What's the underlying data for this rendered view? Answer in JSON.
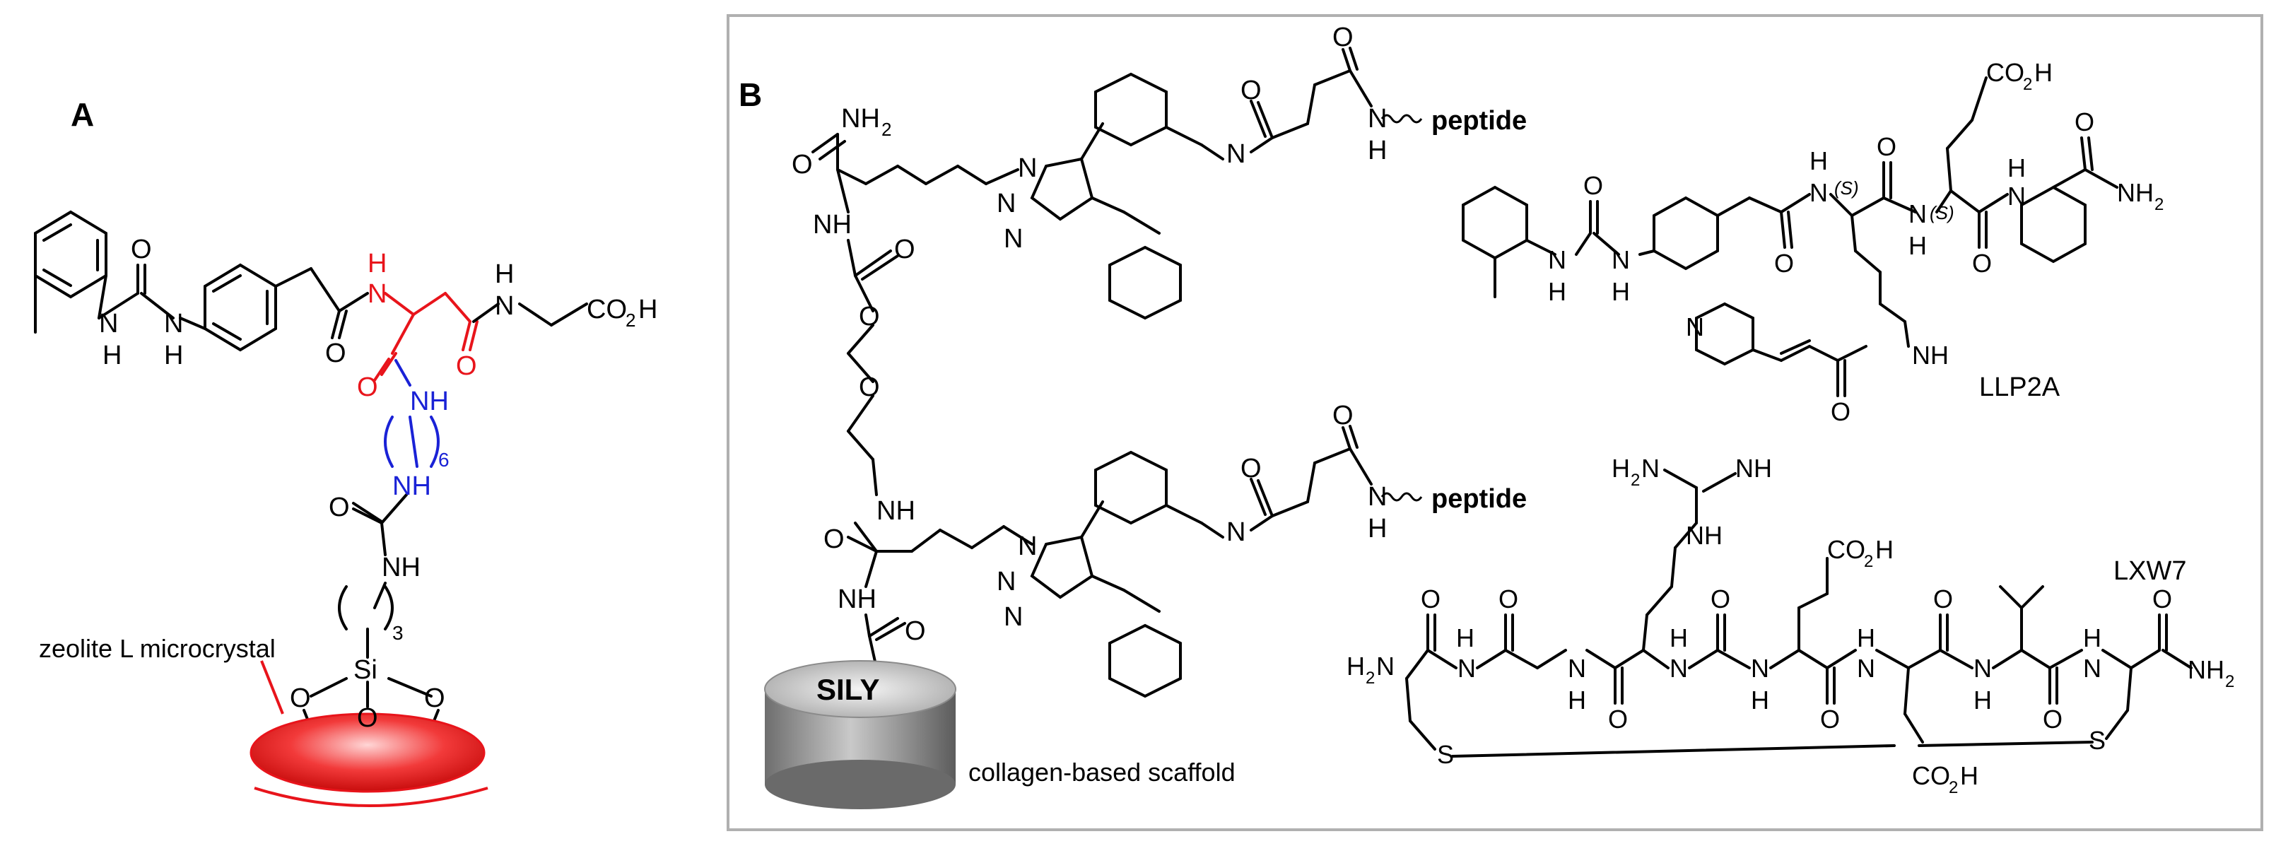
{
  "panels": {
    "a": {
      "label": "A"
    },
    "b": {
      "label": "B"
    }
  },
  "labels": {
    "zeolite": "zeolite L microcrystal",
    "sily": "SILY",
    "scaffold": "collagen-based scaffold",
    "peptide": "peptide",
    "llp2a": "LLP2A",
    "lxw7": "LXW7"
  },
  "atoms": {
    "H": "H",
    "NH": "NH",
    "NH2": "NH",
    "N": "N",
    "O": "O",
    "S": "S",
    "Si": "Si",
    "CO2H": "CO",
    "H2N": "H",
    "sub2": "2",
    "sub6": "6",
    "sub3": "3",
    "stereo": "(S)"
  },
  "colors": {
    "black": "#000000",
    "red": "#e8141b",
    "blue": "#1a22d6",
    "frame": "#b0b0b0",
    "crystal": "#e01b1b",
    "scaffold_gray": "#8a8a8a"
  }
}
